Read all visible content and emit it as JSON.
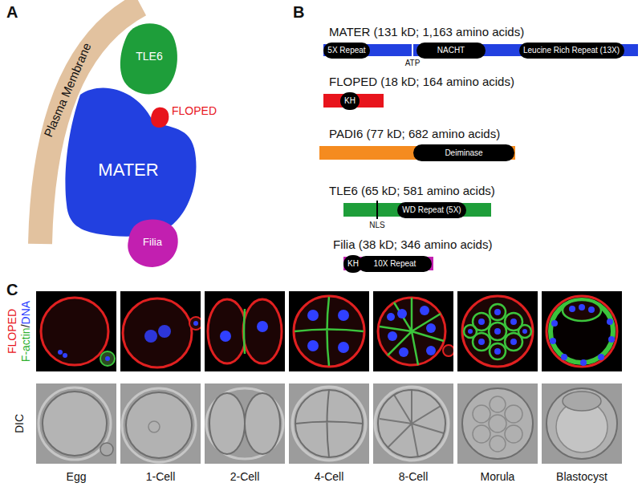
{
  "diagram": {
    "nodes": [
      {
        "text": [
          "Plasma Membrane"
        ]
      },
      {
        "text": [
          "TLE6"
        ]
      },
      {
        "text": [
          "FLOPED"
        ]
      },
      {
        "text": [
          "MATER"
        ]
      },
      {
        "text": [
          "Filia"
        ]
      },
      {
        "text": [
          "MATER (131 kD; 1,163 amino acids)"
        ]
      },
      {
        "text": [
          "5X Repeat"
        ],
        "in": 5
      },
      {
        "text": [
          "NACHT"
        ],
        "in": 5
      },
      {
        "text": [
          "Leucine Rich Repeat (13X)"
        ],
        "in": 5
      },
      {
        "text": [
          "FLOPED (18 kD; 164 amino acids)"
        ]
      },
      {
        "text": [
          "KH"
        ],
        "in": 9
      },
      {
        "text": [
          "PADI6 (77 kD; 682 amino acids)"
        ]
      },
      {
        "text": [
          "Deiminase"
        ],
        "in": 11
      },
      {
        "text": [
          "TLE6 (65 kD; 581 amino acids)"
        ]
      },
      {
        "text": [
          "WD Repeat (5X)"
        ],
        "in": 13
      },
      {
        "text": [
          "Filia (38 kD; 346 amino acids)"
        ]
      },
      {
        "text": [
          "KH"
        ],
        "in": 15
      },
      {
        "text": [
          "10X Repeat"
        ],
        "in": 15
      }
    ],
    "labels": [
      "A",
      "B",
      "ATP",
      "NLS",
      "C",
      "/",
      "DIC",
      "Egg",
      "1-Cell",
      "2-Cell",
      "4-Cell",
      "8-Cell",
      "Morula",
      "Blastocyst"
    ],
    "legend": [
      {
        "text": "FLOPED",
        "color": "#e8141c"
      },
      {
        "text": "F-actin",
        "color": "#2fb02f"
      },
      {
        "text": "DNA",
        "color": "#2a3cff"
      }
    ]
  }
}
